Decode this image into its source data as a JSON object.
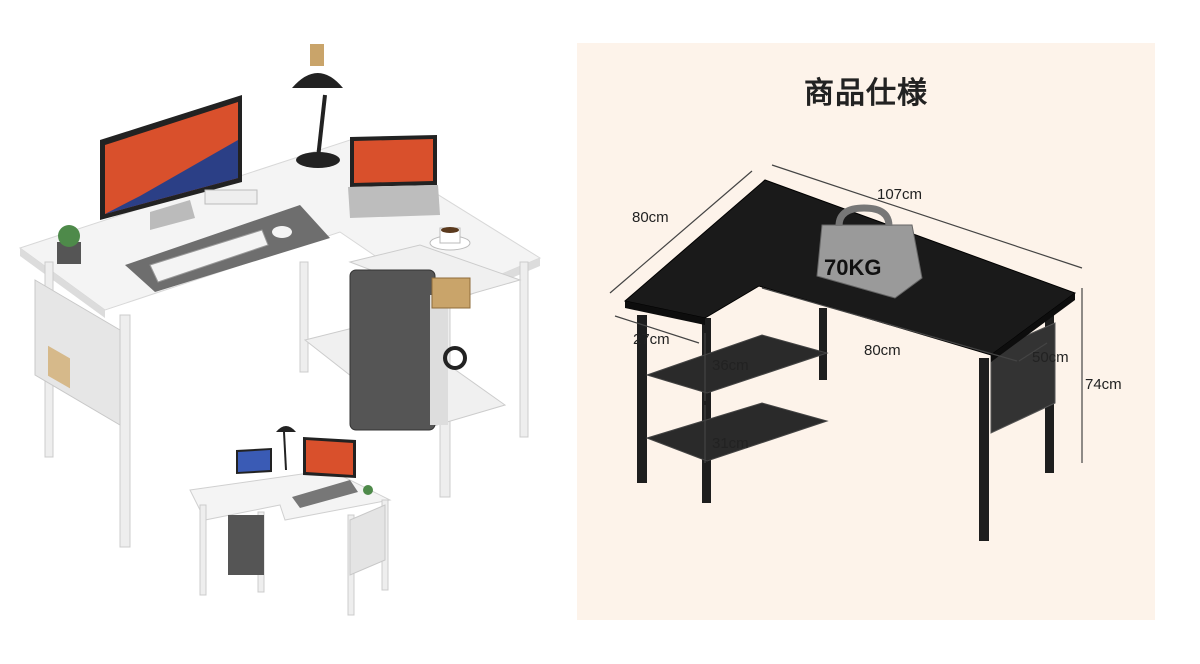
{
  "spec": {
    "title": "商品仕様",
    "weight_label": "70KG",
    "dimensions": {
      "width": "107cm",
      "depth": "80cm",
      "inner_length": "80cm",
      "return_width": "27cm",
      "right_depth": "50cm",
      "height": "74cm",
      "shelf_upper": "36cm",
      "shelf_lower": "31cm"
    }
  },
  "colors": {
    "spec_background": "#fdf3ea",
    "desk_white": "#f2f2f2",
    "desk_black": "#1e1e1e"
  }
}
